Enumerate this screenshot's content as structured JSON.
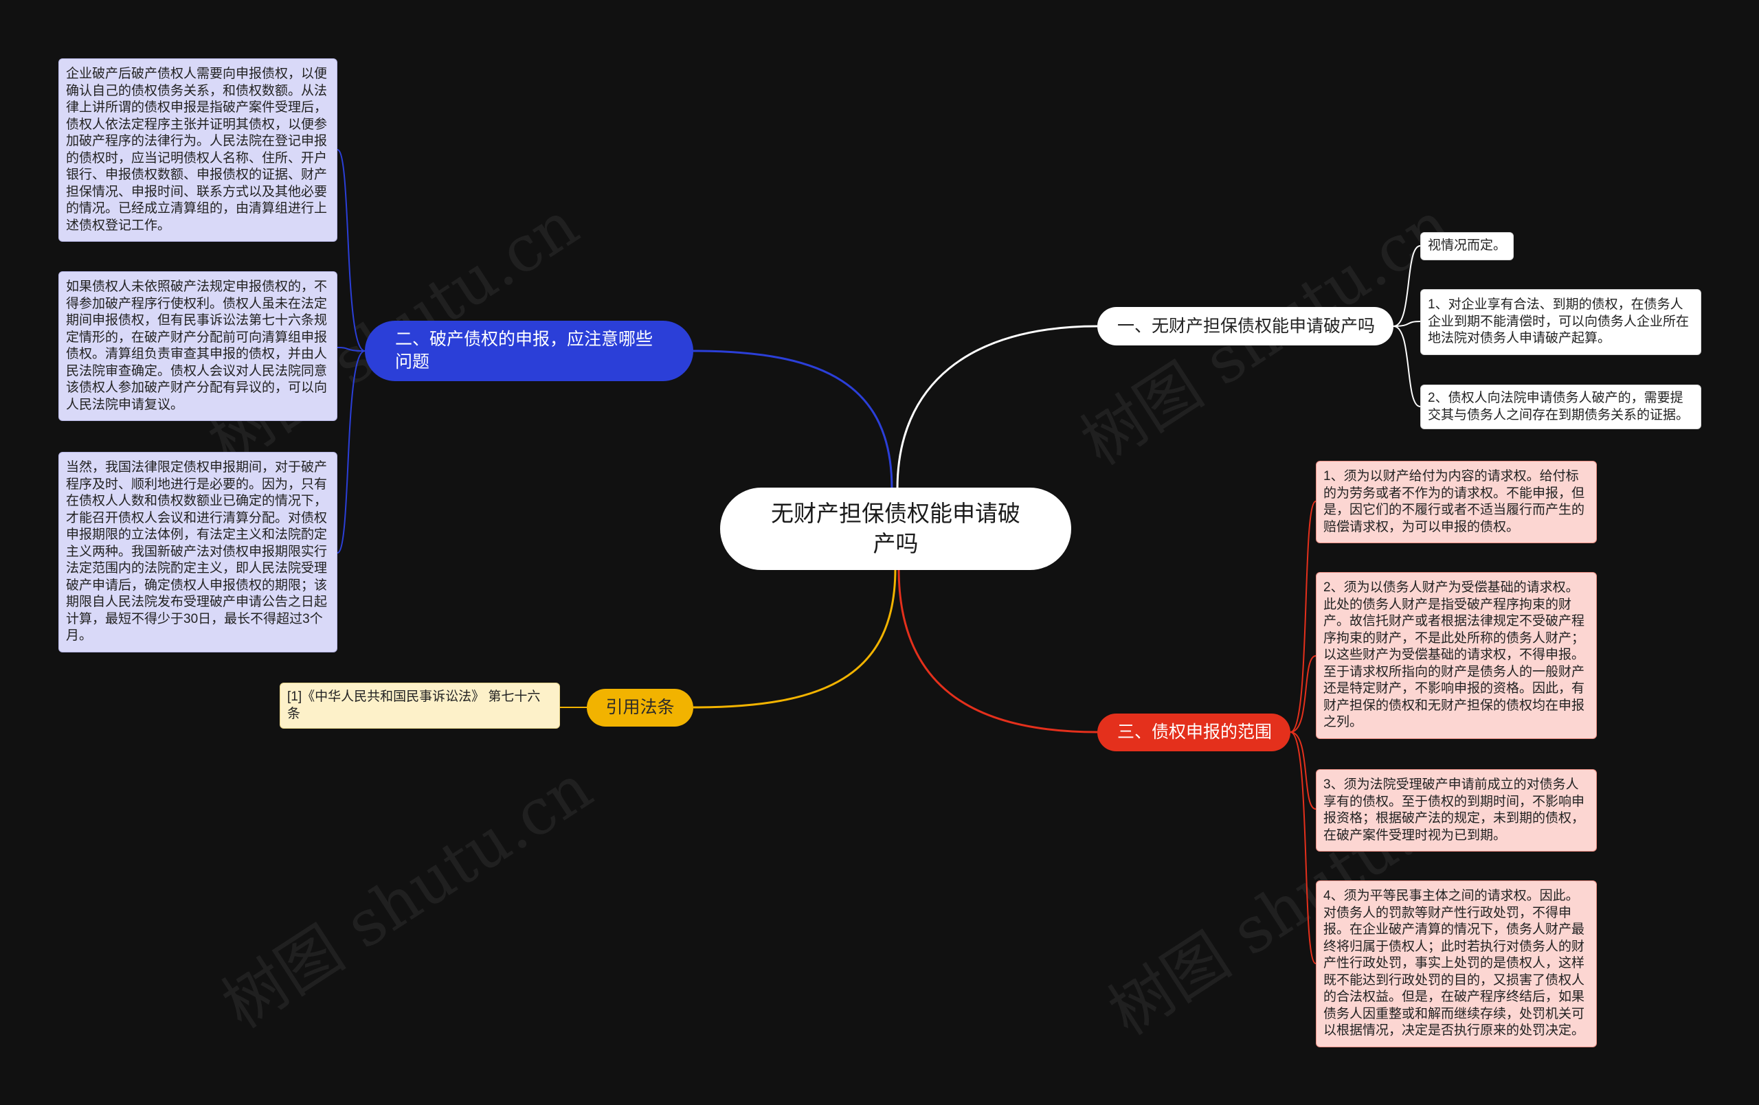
{
  "watermark": "树图 shutu.cn",
  "central": {
    "title": "无财产担保债权能申请破产吗",
    "color": "#ffffff"
  },
  "branches": {
    "b1": {
      "label": "一、无财产担保债权能申请破产吗",
      "color": "#ffffff",
      "children": [
        "视情况而定。",
        "1、对企业享有合法、到期的债权，在债务人企业到期不能清偿时，可以向债务人企业所在地法院对债务人申请破产起算。",
        "2、债权人向法院申请债务人破产的，需要提交其与债务人之间存在到期债务关系的证据。"
      ]
    },
    "b2": {
      "label": "二、破产债权的申报，应注意哪些问题",
      "color": "#2b3fd8",
      "children": [
        "企业破产后破产债权人需要向申报债权，以便确认自己的债权债务关系，和债权数额。从法律上讲所谓的债权申报是指破产案件受理后，债权人依法定程序主张并证明其债权，以便参加破产程序的法律行为。人民法院在登记申报的债权时，应当记明债权人名称、住所、开户银行、申报债权数额、申报债权的证据、财产担保情况、申报时间、联系方式以及其他必要的情况。已经成立清算组的，由清算组进行上述债权登记工作。",
        "如果债权人未依照破产法规定申报债权的，不得参加破产程序行使权利。债权人虽未在法定期间申报债权，但有民事诉讼法第七十六条规定情形的，在破产财产分配前可向清算组申报债权。清算组负责审查其申报的债权，并由人民法院审查确定。债权人会议对人民法院同意该债权人参加破产财产分配有异议的，可以向人民法院申请复议。",
        "当然，我国法律限定债权申报期间，对于破产程序及时、顺利地进行是必要的。因为，只有在债权人人数和债权数额业已确定的情况下，才能召开债权人会议和进行清算分配。对债权申报期限的立法体例，有法定主义和法院酌定主义两种。我国新破产法对债权申报期限实行法定范围内的法院酌定主义，即人民法院受理破产申请后，确定债权人申报债权的期限；该期限自人民法院发布受理破产申请公告之日起计算，最短不得少于30日，最长不得超过3个月。"
      ]
    },
    "b3": {
      "label": "引用法条",
      "color": "#f2b300",
      "children": [
        "[1]《中华人民共和国民事诉讼法》 第七十六条"
      ]
    },
    "b4": {
      "label": "三、债权申报的范围",
      "color": "#e4301c",
      "children": [
        "1、须为以财产给付为内容的请求权。给付标的为劳务或者不作为的请求权。不能申报，但是，因它们的不履行或者不适当履行而产生的赔偿请求权，为可以申报的债权。",
        "2、须为以债务人财产为受偿基础的请求权。此处的债务人财产是指受破产程序拘束的财产。故信托财产或者根据法律规定不受破产程序拘束的财产，不是此处所称的债务人财产；以这些财产为受偿基础的请求权，不得申报。至于请求权所指向的财产是债务人的一般财产还是特定财产，不影响申报的资格。因此，有财产担保的债权和无财产担保的债权均在申报之列。",
        "3、须为法院受理破产申请前成立的对债务人享有的债权。至于债权的到期时间，不影响申报资格；根据破产法的规定，未到期的债权，在破产案件受理时视为已到期。",
        "4、须为平等民事主体之间的请求权。因此。对债务人的罚款等财产性行政处罚，不得申报。在企业破产清算的情况下，债务人财产最终将归属于债权人；此时若执行对债务人的财产性行政处罚，事实上处罚的是债权人，这样既不能达到行政处罚的目的，又损害了债权人的合法权益。但是，在破产程序终结后，如果债务人因重整或和解而继续存续，处罚机关可以根据情况，决定是否执行原来的处罚决定。"
      ]
    }
  }
}
